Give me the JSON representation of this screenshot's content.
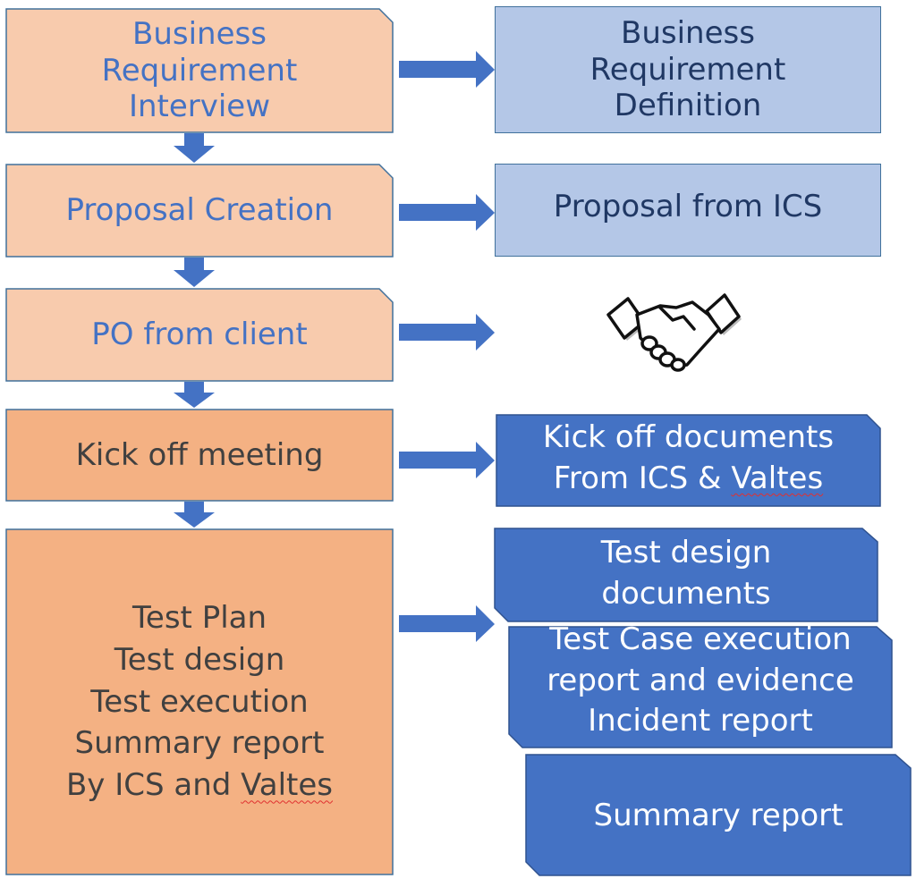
{
  "colors": {
    "light_peach": "#f8cbad",
    "dark_peach": "#f4b183",
    "peach_border": "#41719c",
    "light_blue": "#b4c7e7",
    "dark_blue": "#4472c4",
    "arrow": "#4472c4",
    "text_blue": "#4472c4",
    "text_dark": "#404040",
    "text_white": "#ffffff",
    "text_navy": "#203864"
  },
  "process_steps": [
    {
      "label": "Business\nRequirement\nInterview"
    },
    {
      "label": "Proposal Creation"
    },
    {
      "label": "PO from client"
    },
    {
      "label": "Kick off meeting"
    },
    {
      "label_lines": [
        "Test Plan",
        "Test design",
        "Test execution",
        "Summary report"
      ],
      "label_last_prefix": "By ICS and ",
      "label_last_squiggle": "Valtes"
    }
  ],
  "outputs": [
    {
      "label": "Business\nRequirement\nDefinition"
    },
    {
      "label": "Proposal from ICS"
    },
    {
      "icon": "handshake-icon"
    },
    {
      "line1": "Kick off documents",
      "line2_prefix": "From ICS & ",
      "line2_squiggle": "Valtes"
    },
    {
      "label": "Test design\ndocuments"
    },
    {
      "label": "Test Case execution\nreport and evidence\nIncident report"
    },
    {
      "label": "Summary report"
    }
  ]
}
